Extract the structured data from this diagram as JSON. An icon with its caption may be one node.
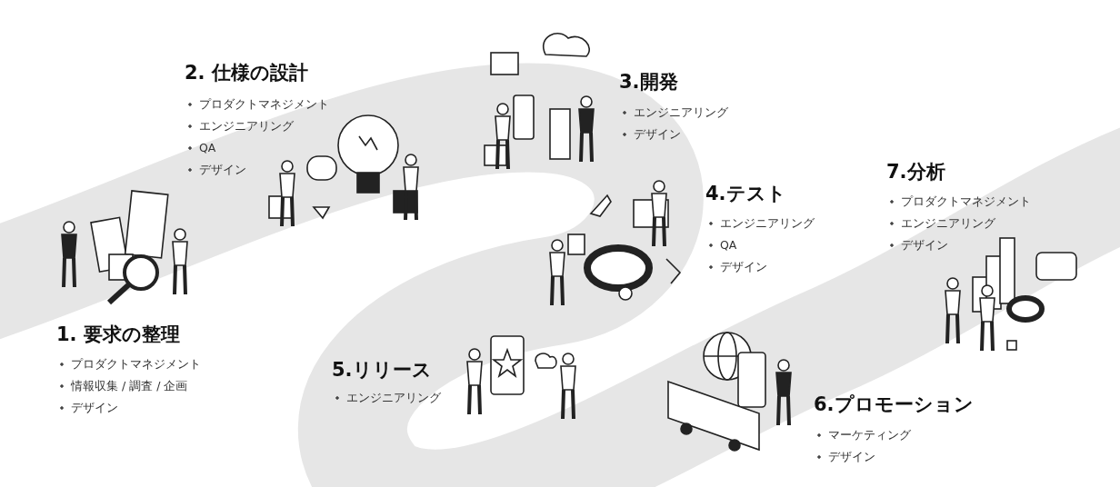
{
  "diagram": {
    "labels": [
      "1. 要求の整理",
      "プロダクトマネジメント",
      "情報収集 / 調査 / 企画",
      "デザイン",
      "2. 仕様の設計",
      "プロダクトマネジメント",
      "エンジニアリング",
      "QA",
      "デザイン",
      "3.開発",
      "エンジニアリング",
      "デザイン",
      "4.テスト",
      "エンジニアリング",
      "QA",
      "デザイン",
      "5.リリース",
      "エンジニアリング",
      "6.プロモーション",
      "マーケティング",
      "デザイン",
      "7.分析",
      "プロダクトマネジメント",
      "エンジニアリング",
      "デザイン"
    ]
  }
}
